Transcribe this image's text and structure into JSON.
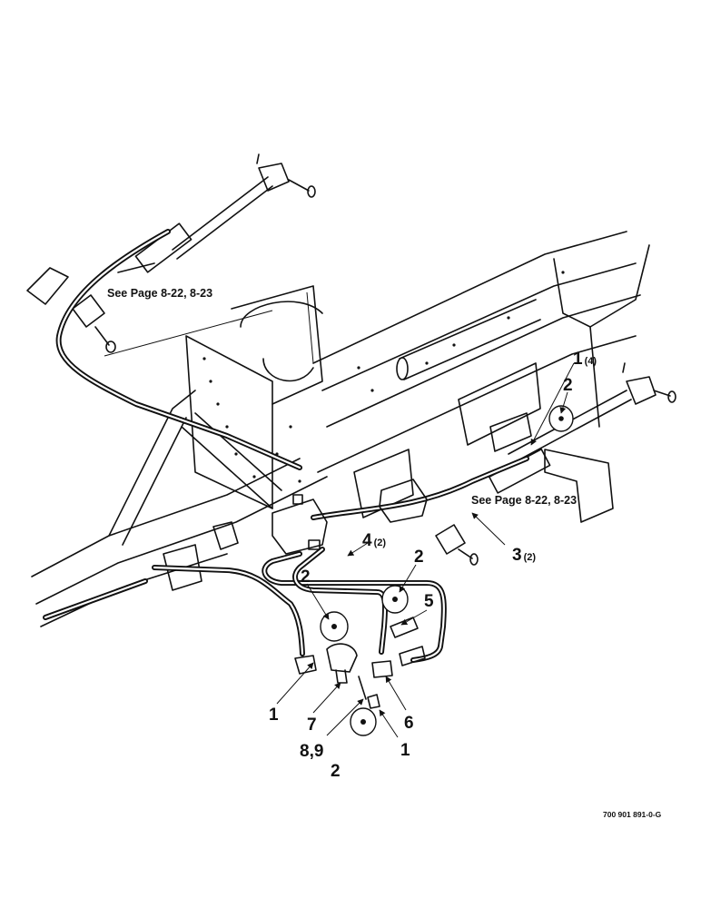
{
  "references": {
    "top_left": "See Page 8-22, 8-23",
    "right": "See Page 8-22, 8-23"
  },
  "callouts": [
    {
      "id": "c1-top",
      "number": "1",
      "qty": "(4)"
    },
    {
      "id": "c2-top",
      "number": "2",
      "qty": ""
    },
    {
      "id": "c3",
      "number": "3",
      "qty": "(2)"
    },
    {
      "id": "c4",
      "number": "4",
      "qty": "(2)"
    },
    {
      "id": "c2-mid",
      "number": "2",
      "qty": ""
    },
    {
      "id": "c2-left",
      "number": "2",
      "qty": ""
    },
    {
      "id": "c5",
      "number": "5",
      "qty": ""
    },
    {
      "id": "c1-bottom-left",
      "number": "1",
      "qty": ""
    },
    {
      "id": "c7",
      "number": "7",
      "qty": ""
    },
    {
      "id": "c6",
      "number": "6",
      "qty": ""
    },
    {
      "id": "c89",
      "number": "8,9",
      "qty": ""
    },
    {
      "id": "c1-bottom",
      "number": "1",
      "qty": ""
    },
    {
      "id": "c2-bottom",
      "number": "2",
      "qty": ""
    }
  ],
  "drawing_code": "700 901 891-0-G",
  "icons": [
    "hydraulic-cylinder-icon",
    "valve-block-icon",
    "washer-icon",
    "elbow-fitting-icon",
    "hose-icon",
    "leader-arrow-icon"
  ]
}
